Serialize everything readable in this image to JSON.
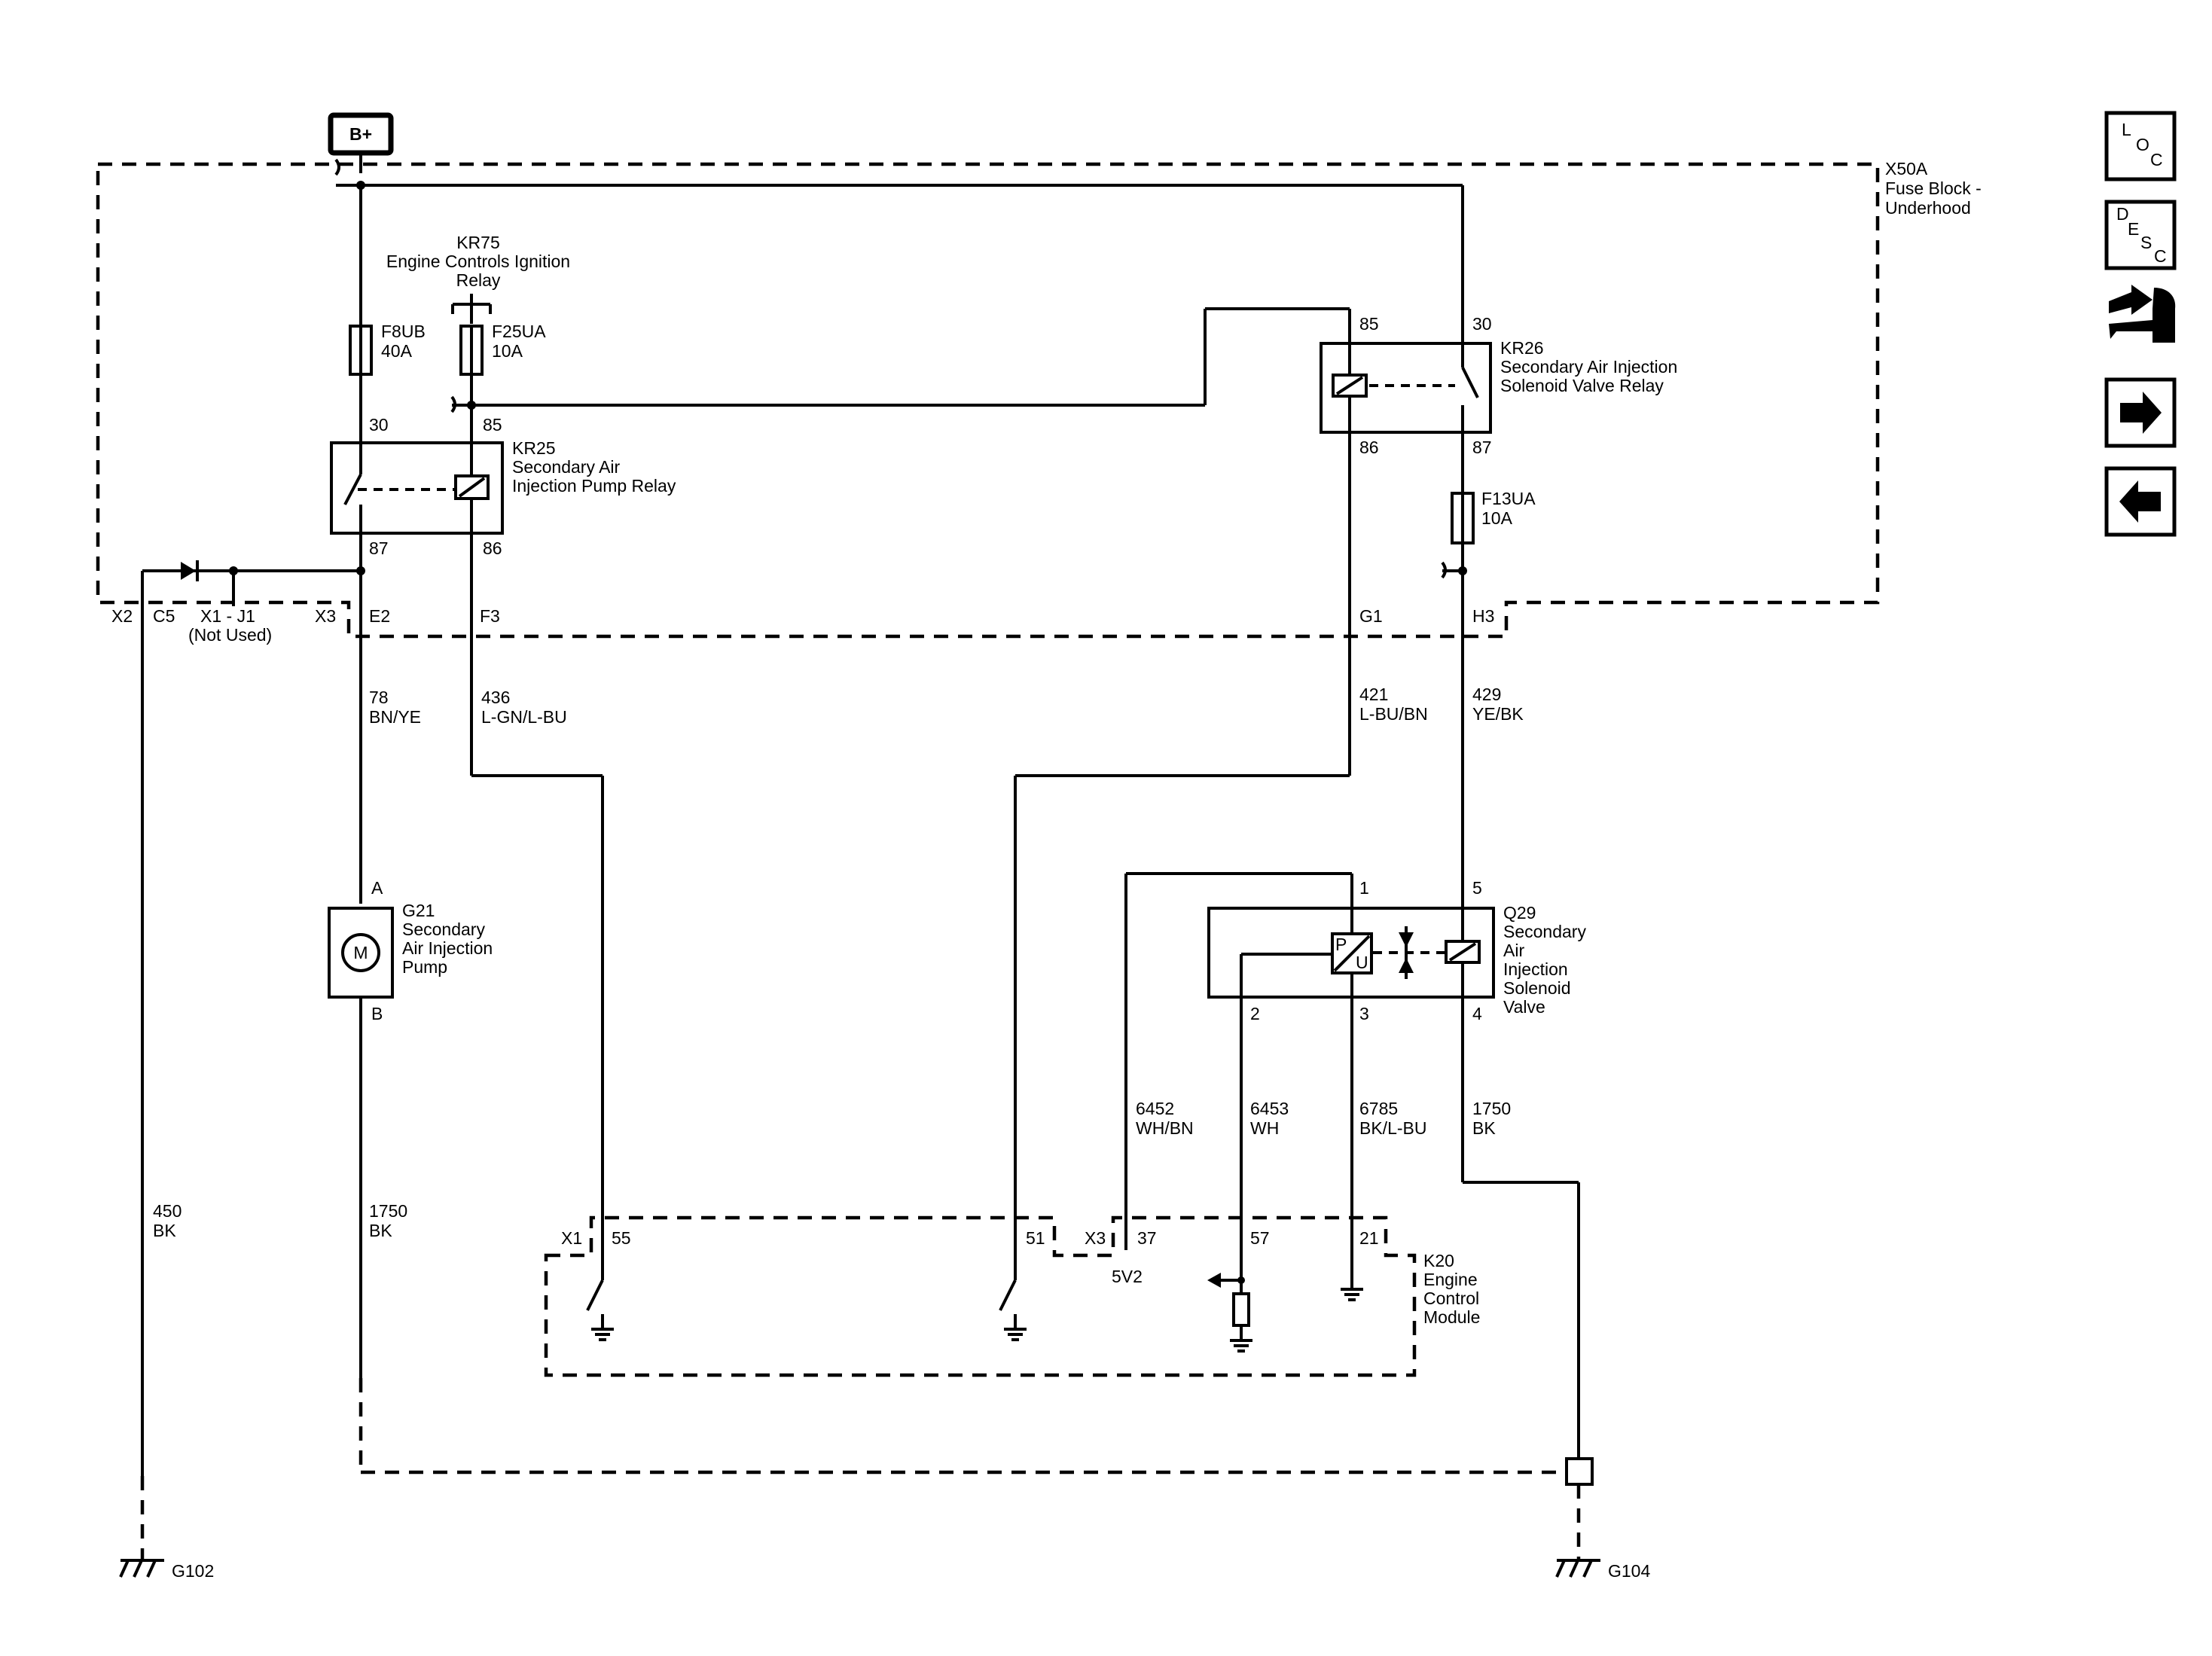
{
  "source": {
    "label": "B+"
  },
  "fuse_block": {
    "ref": "X50A",
    "name_line1": "Fuse Block -",
    "name_line2": "Underhood"
  },
  "relays": {
    "kr75": {
      "ref": "KR75",
      "name_line1": "Engine Controls Ignition",
      "name_line2": "Relay"
    },
    "kr25": {
      "ref": "KR25",
      "name_line1": "Secondary Air",
      "name_line2": "Injection Pump Relay",
      "pins": [
        "30",
        "85",
        "87",
        "86"
      ]
    },
    "kr26": {
      "ref": "KR26",
      "name_line1": "Secondary Air Injection",
      "name_line2": "Solenoid Valve Relay",
      "pins": [
        "85",
        "30",
        "86",
        "87"
      ]
    }
  },
  "fuses": {
    "f8ub": {
      "ref": "F8UB",
      "rating": "40A"
    },
    "f25ua": {
      "ref": "F25UA",
      "rating": "10A"
    },
    "f13ua": {
      "ref": "F13UA",
      "rating": "10A"
    }
  },
  "connectors": {
    "x2": "X2",
    "c5": "C5",
    "x1j1": "X1 - J1",
    "not_used": "(Not Used)",
    "x3": "X3",
    "e2": "E2",
    "f3": "F3",
    "g1": "G1",
    "h3": "H3"
  },
  "wires": {
    "w78": {
      "circuit": "78",
      "color": "BN/YE"
    },
    "w436": {
      "circuit": "436",
      "color": "L-GN/L-BU"
    },
    "w421": {
      "circuit": "421",
      "color": "L-BU/BN"
    },
    "w429": {
      "circuit": "429",
      "color": "YE/BK"
    },
    "w6452": {
      "circuit": "6452",
      "color": "WH/BN"
    },
    "w6453": {
      "circuit": "6453",
      "color": "WH"
    },
    "w6785": {
      "circuit": "6785",
      "color": "BK/L-BU"
    },
    "w1750r": {
      "circuit": "1750",
      "color": "BK"
    },
    "w450": {
      "circuit": "450",
      "color": "BK"
    },
    "w1750l": {
      "circuit": "1750",
      "color": "BK"
    }
  },
  "pump": {
    "ref": "G21",
    "name_line1": "Secondary",
    "name_line2": "Air Injection",
    "name_line3": "Pump",
    "motor_symbol": "M",
    "pin_a": "A",
    "pin_b": "B"
  },
  "valve": {
    "ref": "Q29",
    "name_lines": [
      "Secondary",
      "Air",
      "Injection",
      "Solenoid",
      "Valve"
    ],
    "pins": [
      "1",
      "5",
      "2",
      "3",
      "4"
    ],
    "sensor_p": "P",
    "sensor_u": "U"
  },
  "ecm": {
    "ref": "K20",
    "name_line1": "Engine",
    "name_line2": "Control",
    "name_line3": "Module",
    "x1": "X1",
    "x3": "X3",
    "pin55": "55",
    "pin51": "51",
    "pin37": "37",
    "pin57": "57",
    "pin21": "21",
    "ref_voltage": "5V2"
  },
  "grounds": {
    "g102": "G102",
    "g104": "G104"
  },
  "nav": {
    "loc": [
      "L",
      "O",
      "C"
    ],
    "desc": [
      "D",
      "E",
      "S",
      "C"
    ],
    "icons": [
      "connector-wiring-icon",
      "arrow-right-icon",
      "arrow-left-icon"
    ]
  }
}
